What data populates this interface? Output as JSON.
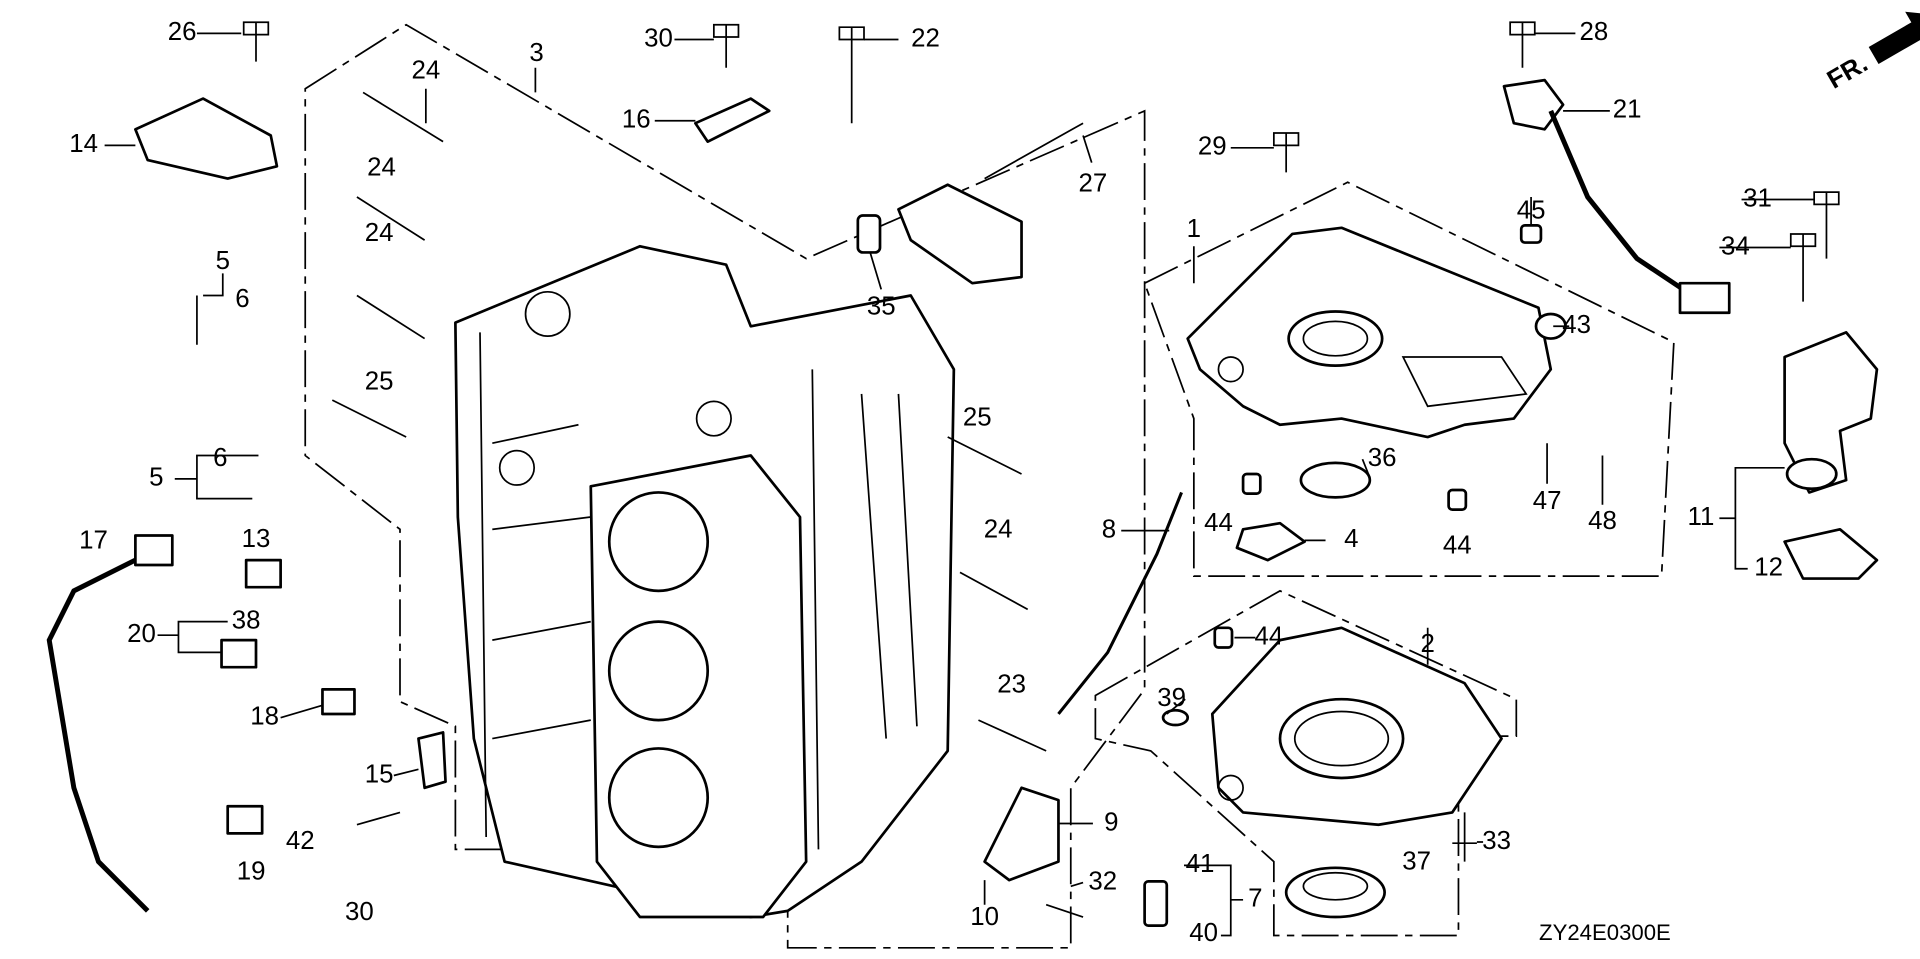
{
  "diagram": {
    "type": "exploded parts diagram",
    "drawing_code": "ZY24E0300E",
    "direction_marker": "FR.",
    "callouts": [
      "26",
      "30",
      "22",
      "28",
      "3",
      "24",
      "16",
      "14",
      "21",
      "27",
      "29",
      "24",
      "31",
      "34",
      "45",
      "1",
      "5",
      "24",
      "35",
      "6",
      "43",
      "25",
      "25",
      "6",
      "5",
      "36",
      "47",
      "48",
      "44",
      "4",
      "44",
      "24",
      "8",
      "11",
      "17",
      "13",
      "12",
      "20",
      "38",
      "2",
      "44",
      "23",
      "39",
      "18",
      "15",
      "9",
      "33",
      "42",
      "19",
      "41",
      "37",
      "7",
      "30",
      "32",
      "10",
      "40"
    ]
  }
}
